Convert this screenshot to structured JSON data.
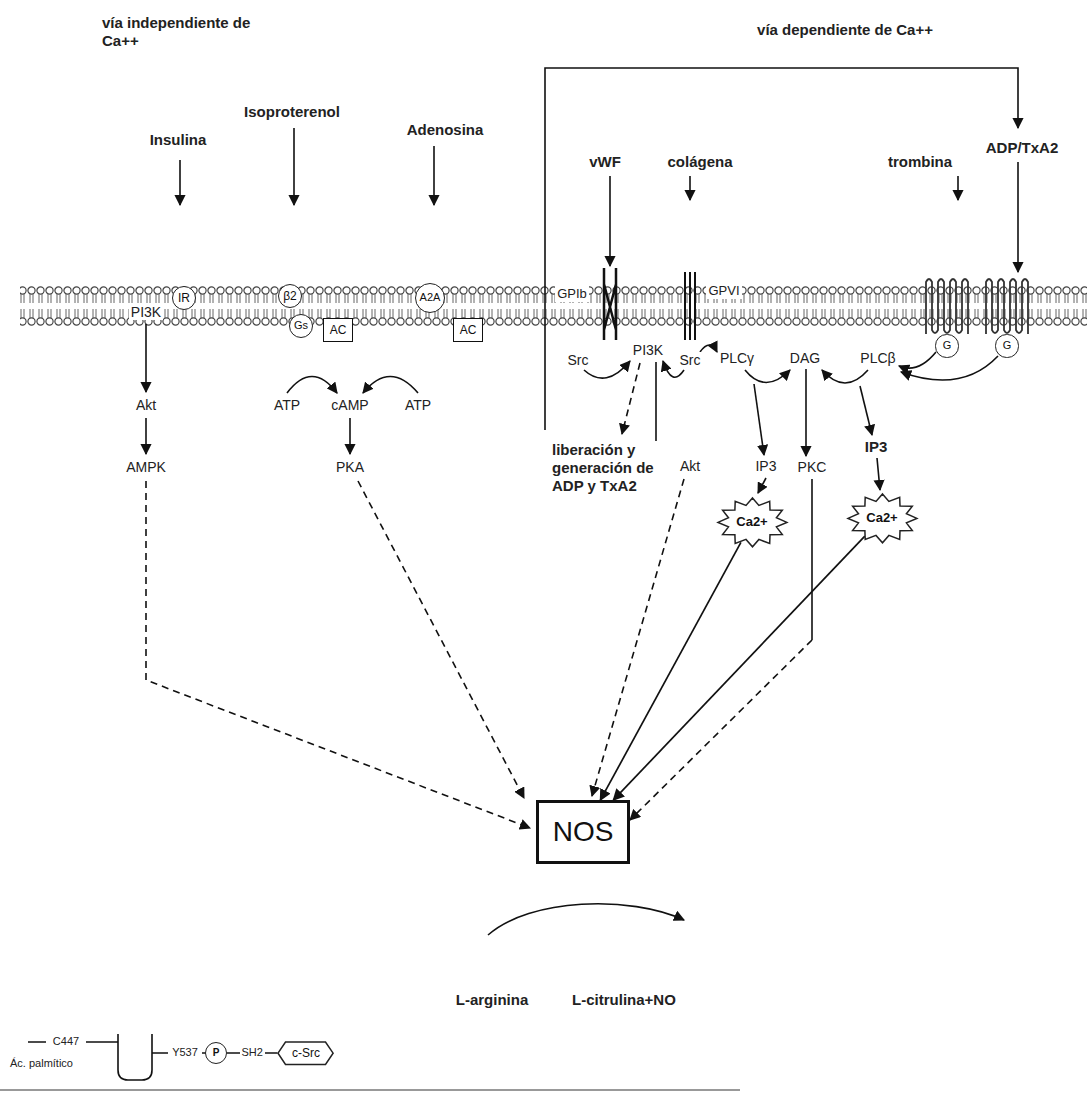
{
  "diagram": {
    "nodes": [
      {
        "text": [
          "IR"
        ]
      },
      {
        "text": [
          "β2"
        ]
      },
      {
        "text": [
          "Gs"
        ]
      },
      {
        "text": [
          "AC"
        ]
      },
      {
        "text": [
          "A2A"
        ]
      },
      {
        "text": [
          "AC"
        ]
      },
      {
        "text": [
          "G"
        ]
      },
      {
        "text": [
          "G"
        ]
      },
      {
        "text": [
          "Ca2+"
        ]
      },
      {
        "text": [
          "Ca2+"
        ]
      },
      {
        "text": [
          "NOS"
        ]
      },
      {
        "text": [
          "P"
        ]
      },
      {
        "text": [
          "c-Src"
        ]
      }
    ],
    "edges": [
      {
        "from": 8,
        "to": 10,
        "arrow": "to"
      },
      {
        "from": 9,
        "to": 10,
        "arrow": "to"
      },
      {
        "from": 11,
        "to": 12,
        "label": "SH2",
        "arrow": "none"
      }
    ],
    "labels": [
      "vía independiente de Ca++",
      "vía dependiente de Ca++",
      "Insulina",
      "Isoproterenol",
      "Adenosina",
      "vWF",
      "colágena",
      "trombina",
      "ADP/TxA2",
      "GPIb",
      "GPVI",
      "PI3K",
      "Src",
      "PI3K",
      "Src",
      "PLCγ",
      "DAG",
      "PLCβ",
      "Akt",
      "ATP",
      "cAMP",
      "ATP",
      "AMPK",
      "PKA",
      "liberación y generación de ADP y TxA2",
      "Akt",
      "IP3",
      "PKC",
      "IP3",
      "L-arginina",
      "L-citrulina+NO",
      "C447",
      "Ác. palmítico",
      "Y537"
    ]
  }
}
